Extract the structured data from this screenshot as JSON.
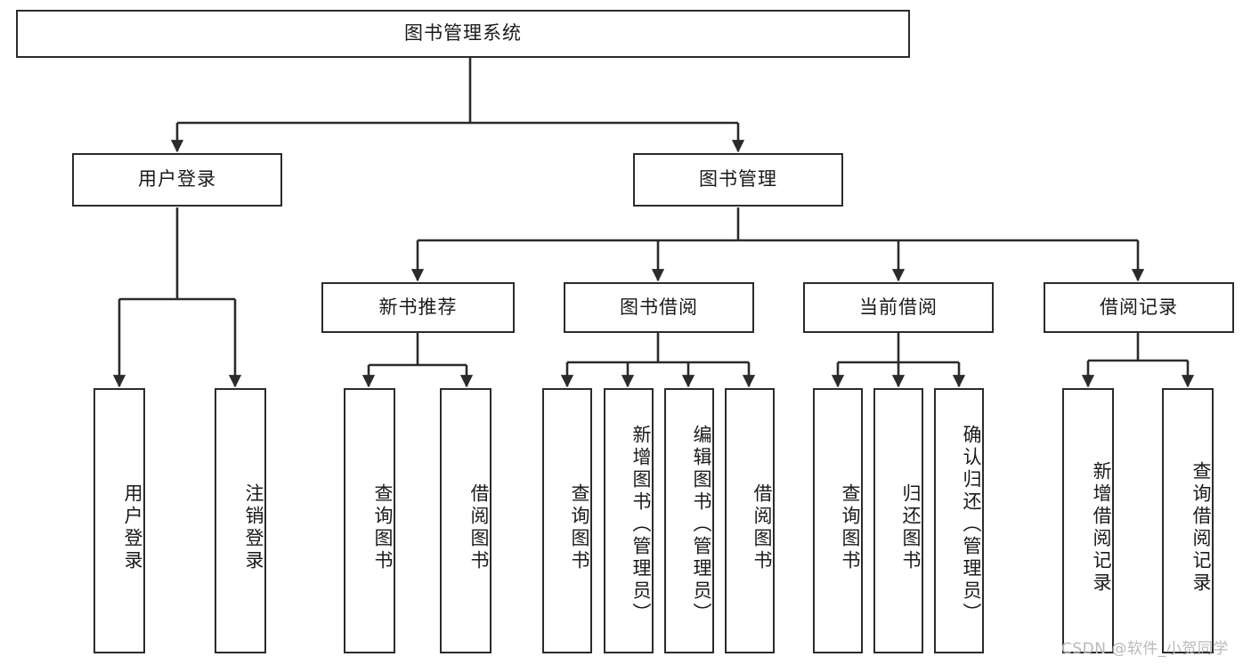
{
  "diagram": {
    "title": "图书管理系统",
    "type": "tree-hierarchy",
    "orientation": "top-down",
    "colors": {
      "box_border": "#2b2b2b",
      "box_fill": "#ffffff",
      "edge": "#2b2b2b",
      "text": "#1a1a1a",
      "watermark": "#b9b9b9",
      "background": "#ffffff"
    },
    "levels": {
      "root": {
        "label": "图书管理系统"
      },
      "level2": [
        {
          "label": "用户登录"
        },
        {
          "label": "图书管理"
        }
      ],
      "level3": [
        {
          "label": "新书推荐"
        },
        {
          "label": "图书借阅"
        },
        {
          "label": "当前借阅"
        },
        {
          "label": "借阅记录"
        }
      ],
      "leaves_user_login": [
        {
          "label": "用户登录"
        },
        {
          "label": "注销登录"
        }
      ],
      "leaves_new_book": [
        {
          "label": "查询图书"
        },
        {
          "label": "借阅图书"
        }
      ],
      "leaves_borrow": [
        {
          "label": "查询图书"
        },
        {
          "label": "新增图书（管理员）"
        },
        {
          "label": "编辑图书（管理员）"
        },
        {
          "label": "借阅图书"
        }
      ],
      "leaves_current": [
        {
          "label": "查询图书"
        },
        {
          "label": "归还图书"
        },
        {
          "label": "确认归还（管理员）"
        }
      ],
      "leaves_record": [
        {
          "label": "新增借阅记录"
        },
        {
          "label": "查询借阅记录"
        }
      ]
    }
  },
  "watermark": {
    "text": "CSDN @软件_小贺同学"
  }
}
